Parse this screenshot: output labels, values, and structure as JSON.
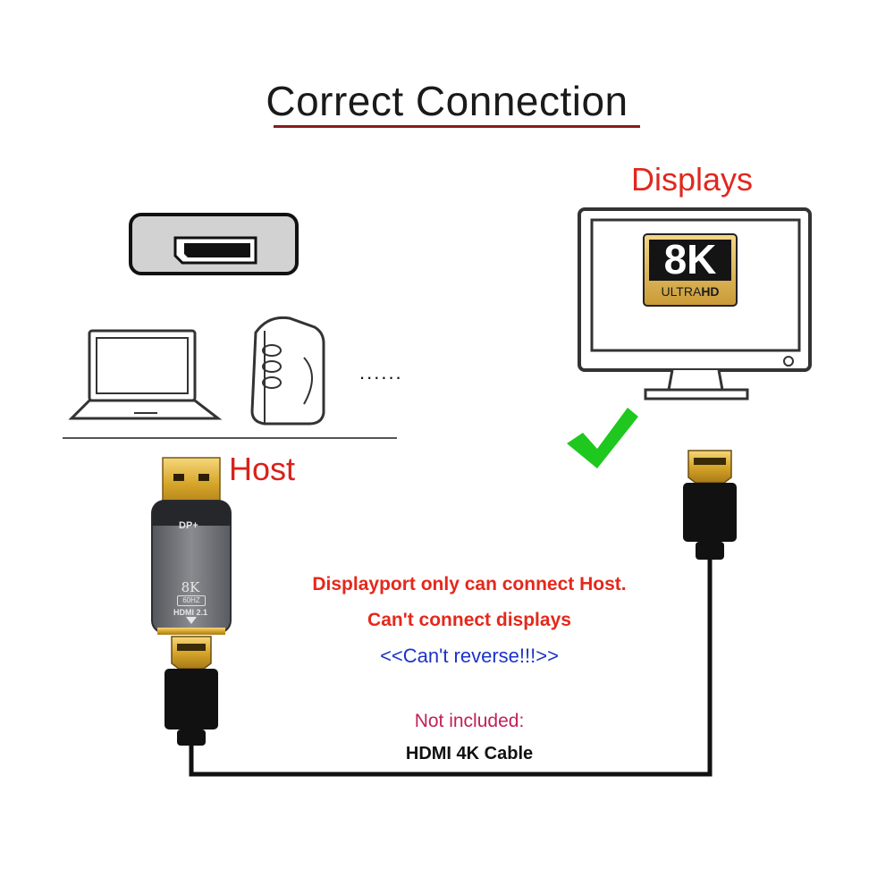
{
  "title": "Correct Connection",
  "labels": {
    "displays": "Displays",
    "host": "Host",
    "more_devices": "......"
  },
  "badge": {
    "resolution": "8K",
    "ultra": "ULTRA",
    "hd": "HD"
  },
  "adapter": {
    "top_text": "DP+",
    "resolution": "8K",
    "refresh": "60HZ",
    "version": "HDMI 2.1"
  },
  "notes": {
    "line1": "Displayport only can connect Host.",
    "line2": "Can't connect displays",
    "line3": "<<Can't reverse!!!>>",
    "line4": "Not included:",
    "line5": "HDMI 4K Cable"
  },
  "colors": {
    "accent_red": "#e0281e",
    "warning_blue": "#1c34c8",
    "not_included": "#c0205a",
    "check_green": "#1ec81e",
    "gold": "#d7a62a"
  },
  "icons": [
    "displayport-icon",
    "laptop-icon",
    "desktop-tower-icon",
    "monitor-icon",
    "checkmark-icon",
    "dp-plug-icon",
    "hdmi-plug-icon"
  ]
}
